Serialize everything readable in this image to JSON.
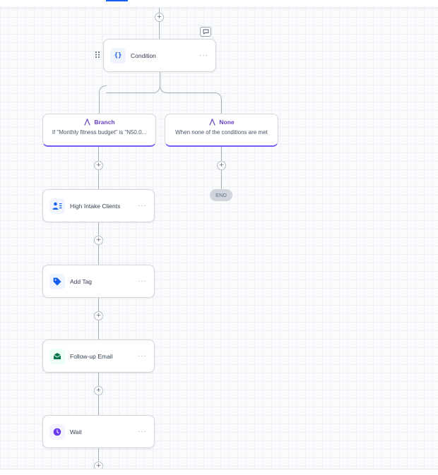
{
  "workflow": {
    "condition_node": {
      "label": "Condition",
      "menu": "···"
    },
    "branches": [
      {
        "title": "Branch",
        "description": "If \"Monthly fitness budget\" is \"N50,0..."
      },
      {
        "title": "None",
        "description": "When none of the conditions are met"
      }
    ],
    "end_label": "END",
    "actions": [
      {
        "label": "High Intake Clients",
        "icon": "user-list-icon",
        "menu": "···"
      },
      {
        "label": "Add Tag",
        "icon": "tag-icon",
        "menu": "···"
      },
      {
        "label": "Follow-up Email",
        "icon": "email-icon",
        "menu": "···"
      },
      {
        "label": "Wait",
        "icon": "clock-icon",
        "menu": "···"
      }
    ],
    "add_symbol": "+"
  },
  "colors": {
    "accent": "#7a5af8",
    "accent_text": "#6941c6",
    "blue": "#155eef",
    "green": "#067647",
    "purple": "#6938ef"
  }
}
